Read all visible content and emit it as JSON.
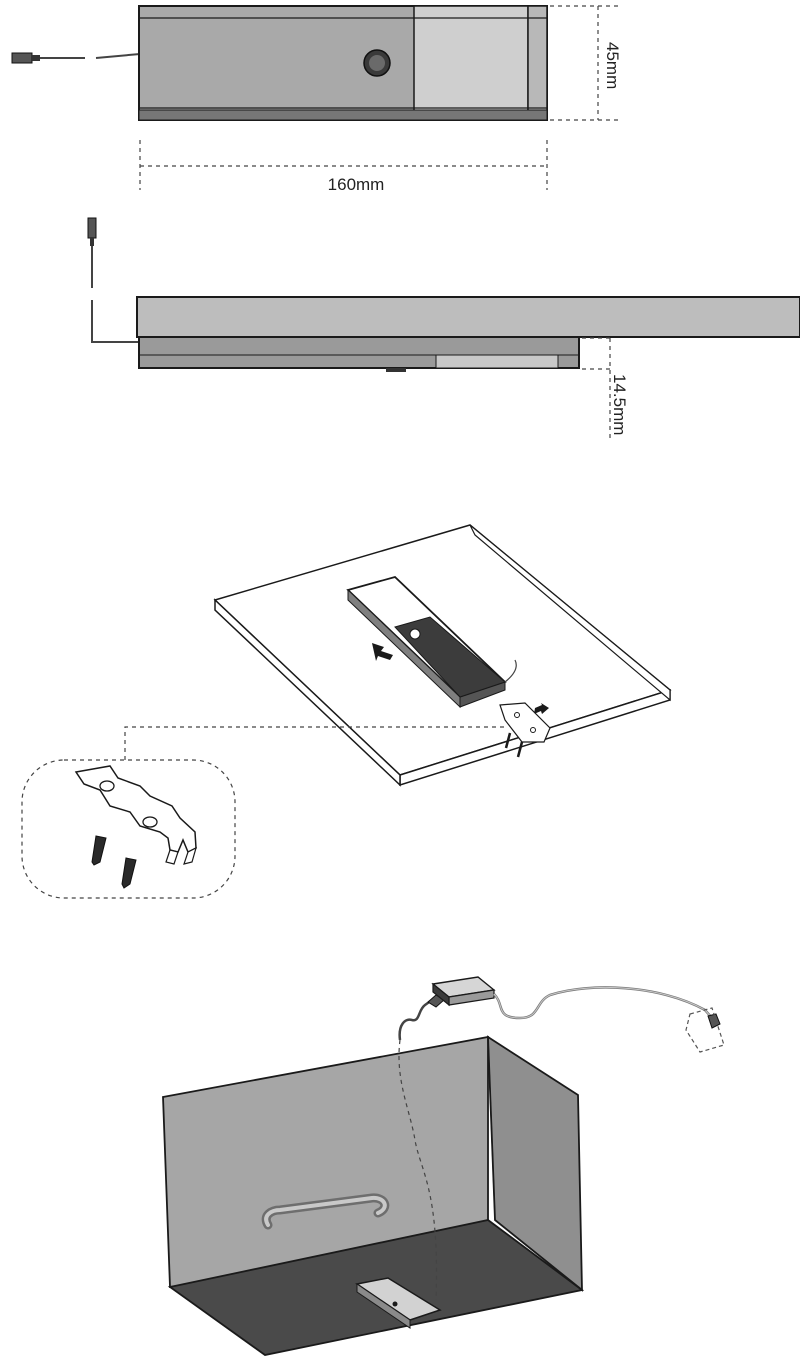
{
  "dimensions": {
    "width_label": "160mm",
    "height_label": "45mm",
    "depth_label": "14.5mm"
  },
  "colors": {
    "housing": "#a9a9a9",
    "housing_light": "#cfcfcf",
    "housing_dark": "#555555",
    "cabinet_front": "#a6a6a6",
    "cabinet_side": "#8f8f8f",
    "cabinet_bottom": "#4a4a4a",
    "shelf": "#bdbdbd",
    "line": "#1a1a1a"
  },
  "icons": [
    "touch-switch-icon",
    "connector-plug-icon",
    "mounting-clip-icon",
    "screw-icon",
    "arrow-icon",
    "driver-box-icon"
  ]
}
